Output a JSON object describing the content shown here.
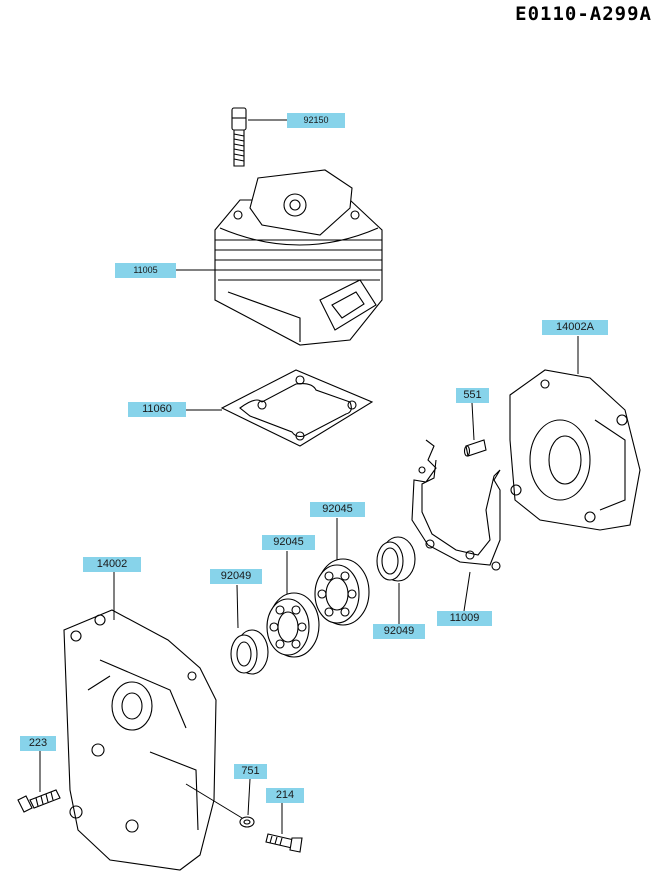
{
  "diagram": {
    "code": "E0110-A299A",
    "callouts": {
      "p92150": "92150",
      "p11005": "11005",
      "p11060": "11060",
      "p14002A": "14002A",
      "p551": "551",
      "p92045a": "92045",
      "p92045b": "92045",
      "p14002": "14002",
      "p92049a": "92049",
      "p92049b": "92049",
      "p11009": "11009",
      "p223": "223",
      "p751": "751",
      "p214": "214"
    },
    "colors": {
      "callout_fill": "#87d3ea",
      "line": "#000000"
    }
  }
}
